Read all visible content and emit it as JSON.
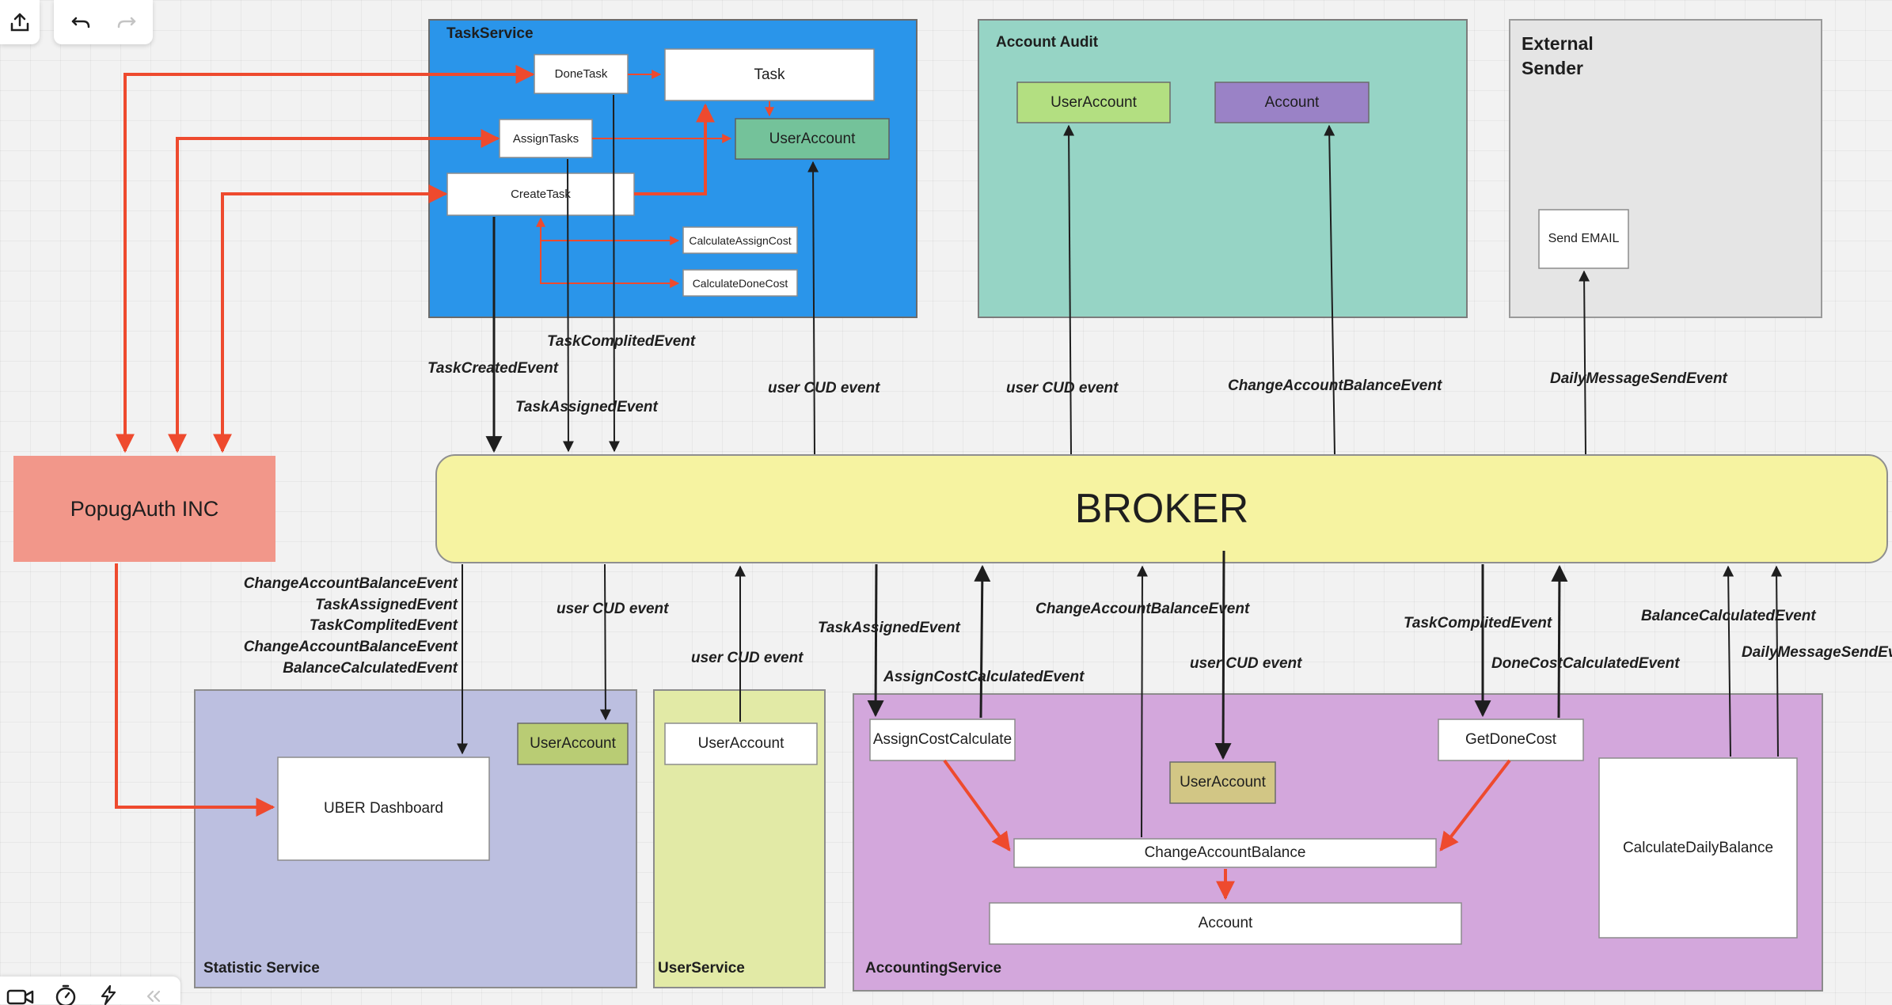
{
  "toolbar": {
    "icons": [
      "upload-icon",
      "undo-icon",
      "redo-icon",
      "video-icon",
      "timer-icon",
      "lightning-icon",
      "collapse-icon"
    ]
  },
  "colors": {
    "task_service": "#2a95ea",
    "account_audit": "#96d4c5",
    "external_sender": "#e5e5e5",
    "popug_auth": "#f2978a",
    "broker": "#f6f3a1",
    "statistic_service": "#bcbfe0",
    "user_service": "#e2eaa6",
    "accounting_service": "#d3a7dc",
    "sync_arrow": "#ee4a2e"
  },
  "containers": {
    "task_service": "TaskService",
    "account_audit": "Account Audit",
    "external_sender_line1": "External",
    "external_sender_line2": "Sender",
    "statistic_service": "Statistic Service",
    "user_service": "UserService",
    "accounting_service": "AccountingService"
  },
  "nodes": {
    "popug_auth": "PopugAuth INC",
    "broker": "BROKER",
    "ts_done_task": "DoneTask",
    "ts_task": "Task",
    "ts_assign_tasks": "AssignTasks",
    "ts_user_account": "UserAccount",
    "ts_create_task": "CreateTask",
    "ts_calc_assign_cost": "CalculateAssignCost",
    "ts_calc_done_cost": "CalculateDoneCost",
    "aa_user_account": "UserAccount",
    "aa_account": "Account",
    "es_send_email": "Send EMAIL",
    "ss_user_account": "UserAccount",
    "ss_uber_dashboard": "UBER Dashboard",
    "us_user_account": "UserAccount",
    "ac_assign_cost_calculate": "AssignCostCalculate",
    "ac_get_done_cost": "GetDoneCost",
    "ac_user_account": "UserAccount",
    "ac_change_account_balance": "ChangeAccountBalance",
    "ac_account": "Account",
    "ac_calculate_daily_balance": "CalculateDailyBalance"
  },
  "events": {
    "task_complited_top": "TaskComplitedEvent",
    "task_created_top": "TaskCreatedEvent",
    "task_assigned_top": "TaskAssignedEvent",
    "user_cud_task_service": "user CUD event",
    "user_cud_account_audit": "user CUD event",
    "change_balance_account_audit": "ChangeAccountBalanceEvent",
    "daily_message_top": "DailyMessageSendEvent",
    "stat_change_balance_1": "ChangeAccountBalanceEvent",
    "stat_task_assigned": "TaskAssignedEvent",
    "stat_task_complited": "TaskComplitedEvent",
    "stat_change_balance_2": "ChangeAccountBalanceEvent",
    "stat_balance_calculated": "BalanceCalculatedEvent",
    "stat_user_cud": "user CUD event",
    "userservice_user_cud": "user CUD event",
    "acc_task_assigned": "TaskAssignedEvent",
    "acc_assign_cost_calculated": "AssignCostCalculatedEvent",
    "acc_change_balance": "ChangeAccountBalanceEvent",
    "acc_user_cud": "user CUD event",
    "acc_task_complited": "TaskComplitedEvent",
    "acc_done_cost_calculated": "DoneCostCalculatedEvent",
    "acc_balance_calculated": "BalanceCalculatedEvent",
    "acc_daily_message": "DailyMessageSendEve"
  }
}
